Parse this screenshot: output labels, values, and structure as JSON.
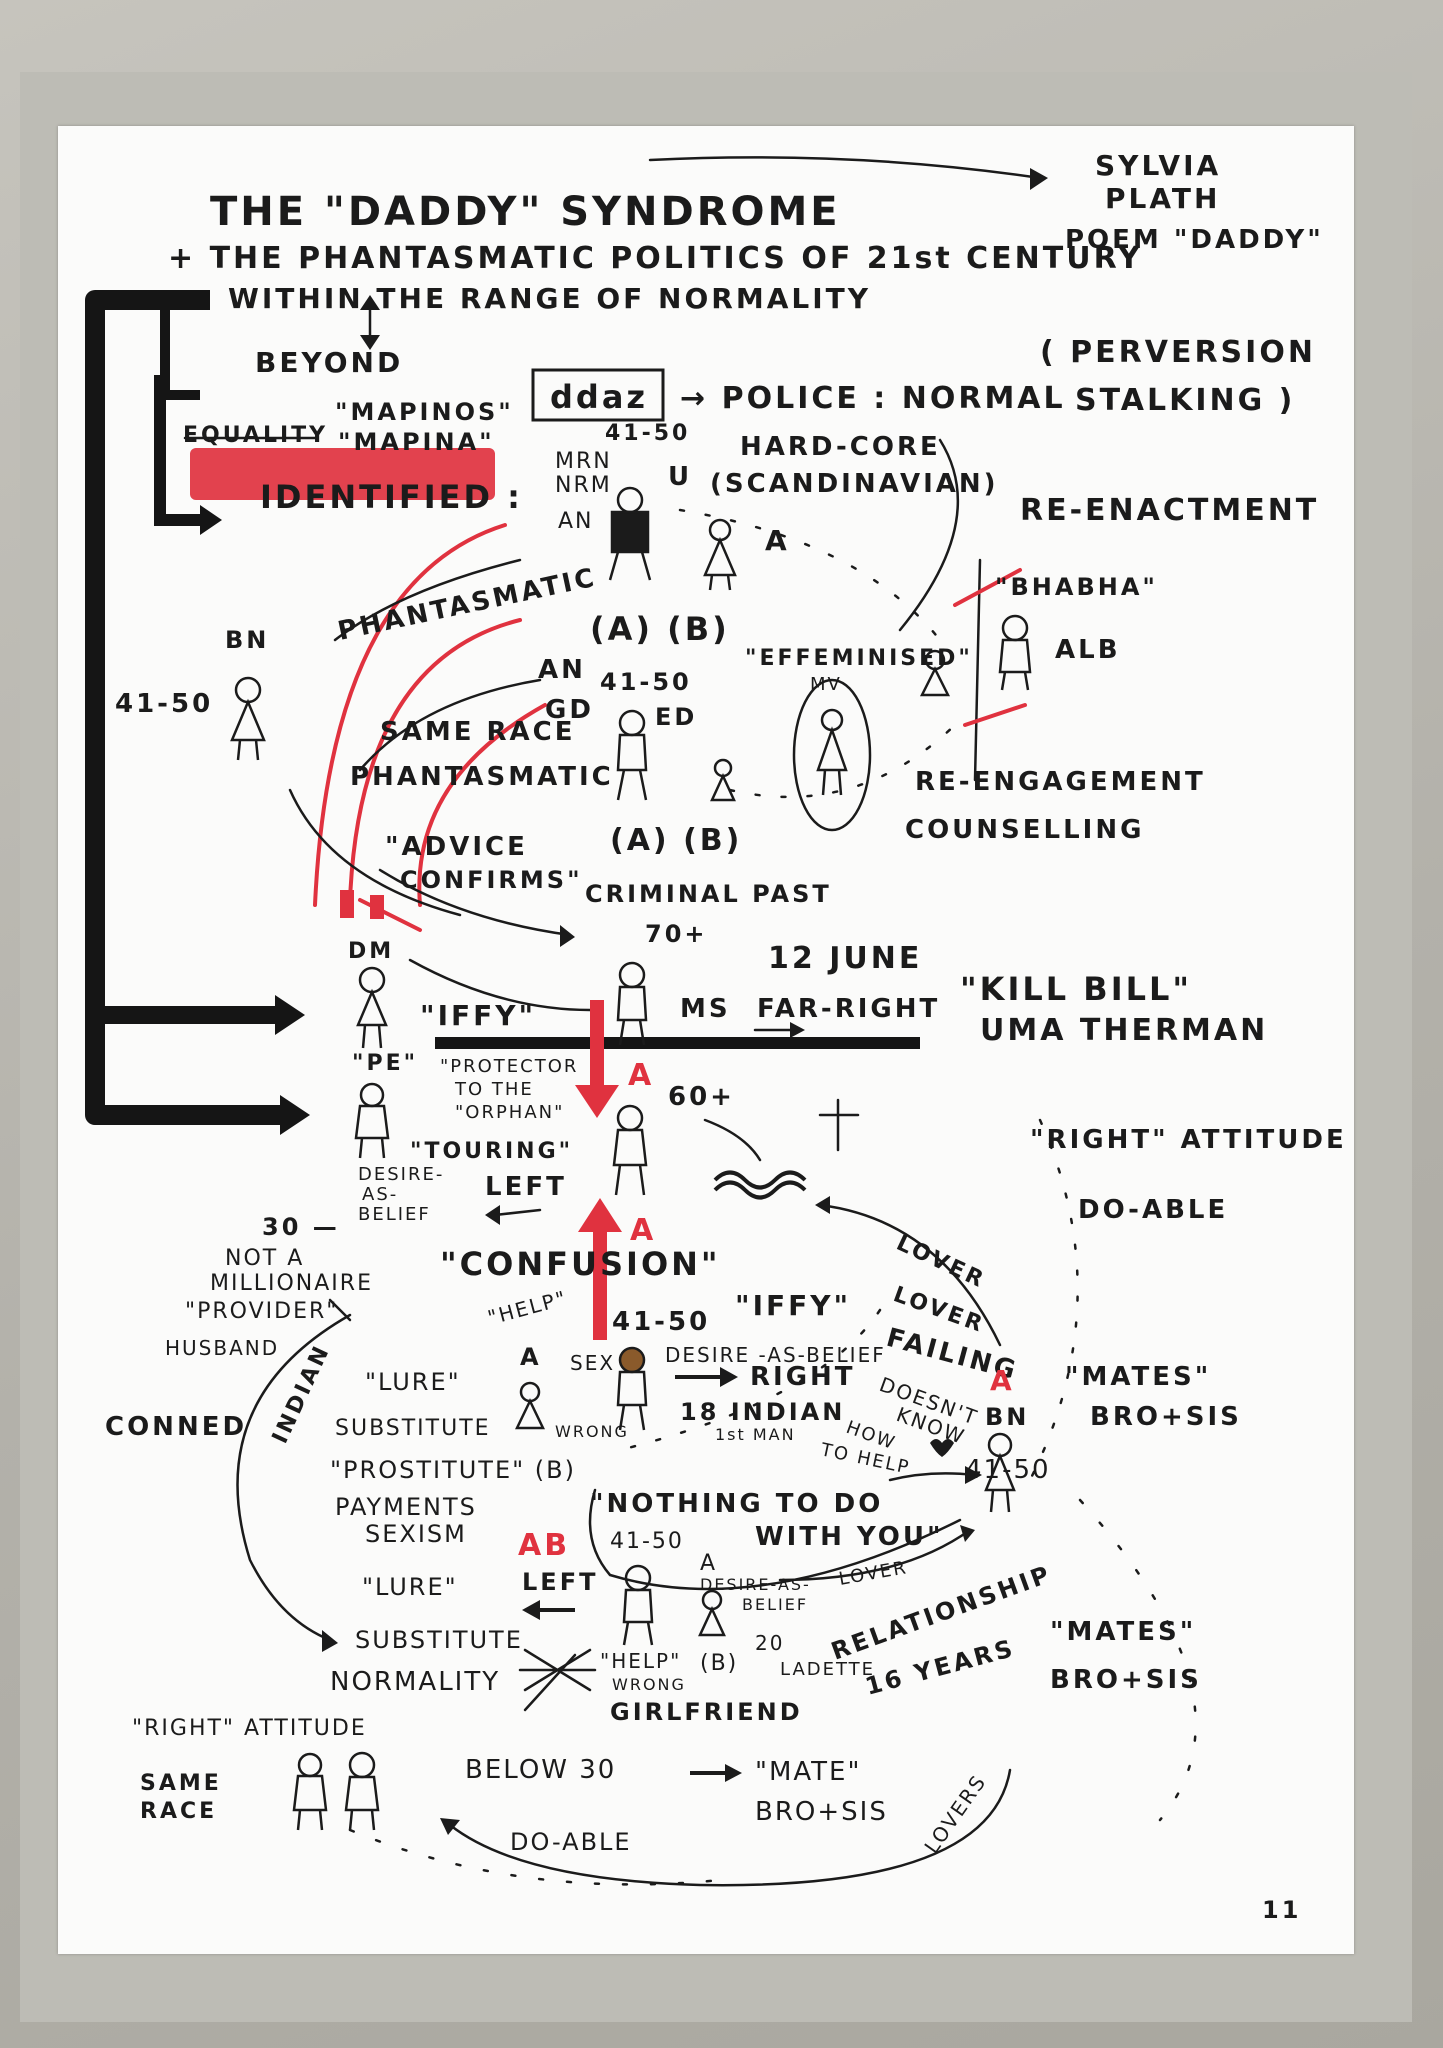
{
  "page_number": "11",
  "colors": {
    "ink": "#1b1b1b",
    "red": "#e0323f",
    "paper": "#fbfbfa"
  },
  "title": {
    "line1": "THE \"DADDY\" SYNDROME",
    "line2": "+ THE PHANTASMATIC POLITICS OF 21st CENTURY",
    "line3": "WITHIN THE RANGE OF NORMALITY",
    "ref_top": "SYLVIA",
    "ref_mid": "PLATH",
    "ref_bot": "POEM \"DADDY\""
  },
  "top": {
    "beyond": "BEYOND",
    "perversion": "( PERVERSION",
    "stalking": "STALKING )",
    "equality": "EQUALITY",
    "mapinos": "\"MAPINOS\"",
    "mapina": "\"MAPINA\"",
    "ddaz": "ddaz",
    "police": "→ POLICE : NORMAL",
    "age_top": "41-50",
    "identified": "IDENTIFIED :",
    "mrn": "MRN",
    "nrm": "NRM",
    "an": "AN",
    "u": "U",
    "hardcore": "HARD-CORE",
    "scandinavian": "(SCANDINAVIAN)",
    "reenactment": "RE-ENACTMENT",
    "bhabha": "\"BHABHA\"",
    "alb": "ALB",
    "phantasmatic": "PHANTASMATIC",
    "bn": "BN",
    "age_left": "41-50",
    "a_label": "A",
    "ab_bracket": "(A)   (B)",
    "effeminised": "\"EFFEMINISED\"",
    "mv": "MV",
    "an_gd": "AN",
    "gd": "GD",
    "age_mid": "41-50",
    "ed": "ED",
    "samerace": "SAME RACE",
    "phantasmatic2": "PHANTASMATIC",
    "reengagement": "RE-ENGAGEMENT",
    "counselling": "COUNSELLING",
    "advice": "\"ADVICE",
    "confirms": "CONFIRMS\"",
    "ab_bracket2": "(A)   (B)",
    "criminal": "CRIMINAL PAST",
    "age_70": "70+"
  },
  "middle": {
    "dm": "DM",
    "iffy": "\"IFFY\"",
    "ms": "MS",
    "farright": "FAR-RIGHT",
    "june": "12 JUNE",
    "killbill": "\"KILL BILL\"",
    "uma": "UMA THERMAN",
    "pe": "\"PE\"",
    "protector1": "\"PROTECTOR",
    "protector2": "TO THE",
    "protector3": "\"ORPHAN\"",
    "age_60": "60+",
    "touring": "\"TOURING\"",
    "desire1": "DESIRE-",
    "desire2": "AS-",
    "desire3": "BELIEF",
    "left": "LEFT",
    "right_attitude": "\"RIGHT\" ATTITUDE",
    "doable": "DO-ABLE",
    "red_a1": "A",
    "red_a2": "A"
  },
  "lower": {
    "thirty": "30 —",
    "not_a": "NOT A",
    "millionaire": "MILLIONAIRE",
    "provider": "\"PROVIDER\"",
    "husband": "HUSBAND",
    "confusion": "\"CONFUSION\"",
    "lover1": "LOVER",
    "lover2": "LOVER",
    "help": "\"HELP\"",
    "age_4150": "41-50",
    "iffy2": "\"IFFY\"",
    "failing": "FAILING",
    "conned": "CONNED",
    "indian": "INDIAN",
    "a_mid": "A",
    "sex": "SEX",
    "desire_belief": "DESIRE -AS-BELIEF",
    "right": "RIGHT",
    "doesnt": "DOESN'T",
    "know": "KNOW",
    "how": "HOW",
    "to_help": "TO HELP",
    "red_a3": "A",
    "bn2": "BN",
    "mates1": "\"MATES\"",
    "brosis1": "BRO+SIS",
    "lure1": "\"LURE\"",
    "substitute1": "SUBSTITUTE",
    "wrong": "WRONG",
    "eighteen": "18 INDIAN",
    "first_man": "1st MAN",
    "prostitute": "\"PROSTITUTE\" (B)",
    "payments": "PAYMENTS",
    "sexism": "SEXISM",
    "nothing": "\"NOTHING TO DO",
    "with_you": "WITH YOU\"",
    "age_4150b": "41-50",
    "ab_red": "AB",
    "age_4150c": "41-50",
    "a_small": "A",
    "desire_belief2": "DESIRE-AS-",
    "belief2": "BELIEF",
    "lover3": "LOVER",
    "lure2": "\"LURE\"",
    "left2": "LEFT",
    "relationship": "RELATIONSHIP",
    "sixteen": "16 YEARS",
    "mates2": "\"MATES\"",
    "brosis2": "BRO+SIS",
    "substitute2": "SUBSTITUTE",
    "normality": "NORMALITY",
    "help2": "\"HELP\"",
    "b_label": "(B)",
    "twenty": "20",
    "ladette": "LADETTE",
    "wrong2": "WRONG",
    "girlfriend": "GIRLFRIEND",
    "right_attitude2": "\"RIGHT\" ATTITUDE",
    "same": "SAME",
    "race": "RACE",
    "below30": "BELOW 30",
    "mate": "\"MATE\"",
    "brosis3": "BRO+SIS",
    "doable2": "DO-ABLE",
    "lovers": "LOVERS"
  }
}
